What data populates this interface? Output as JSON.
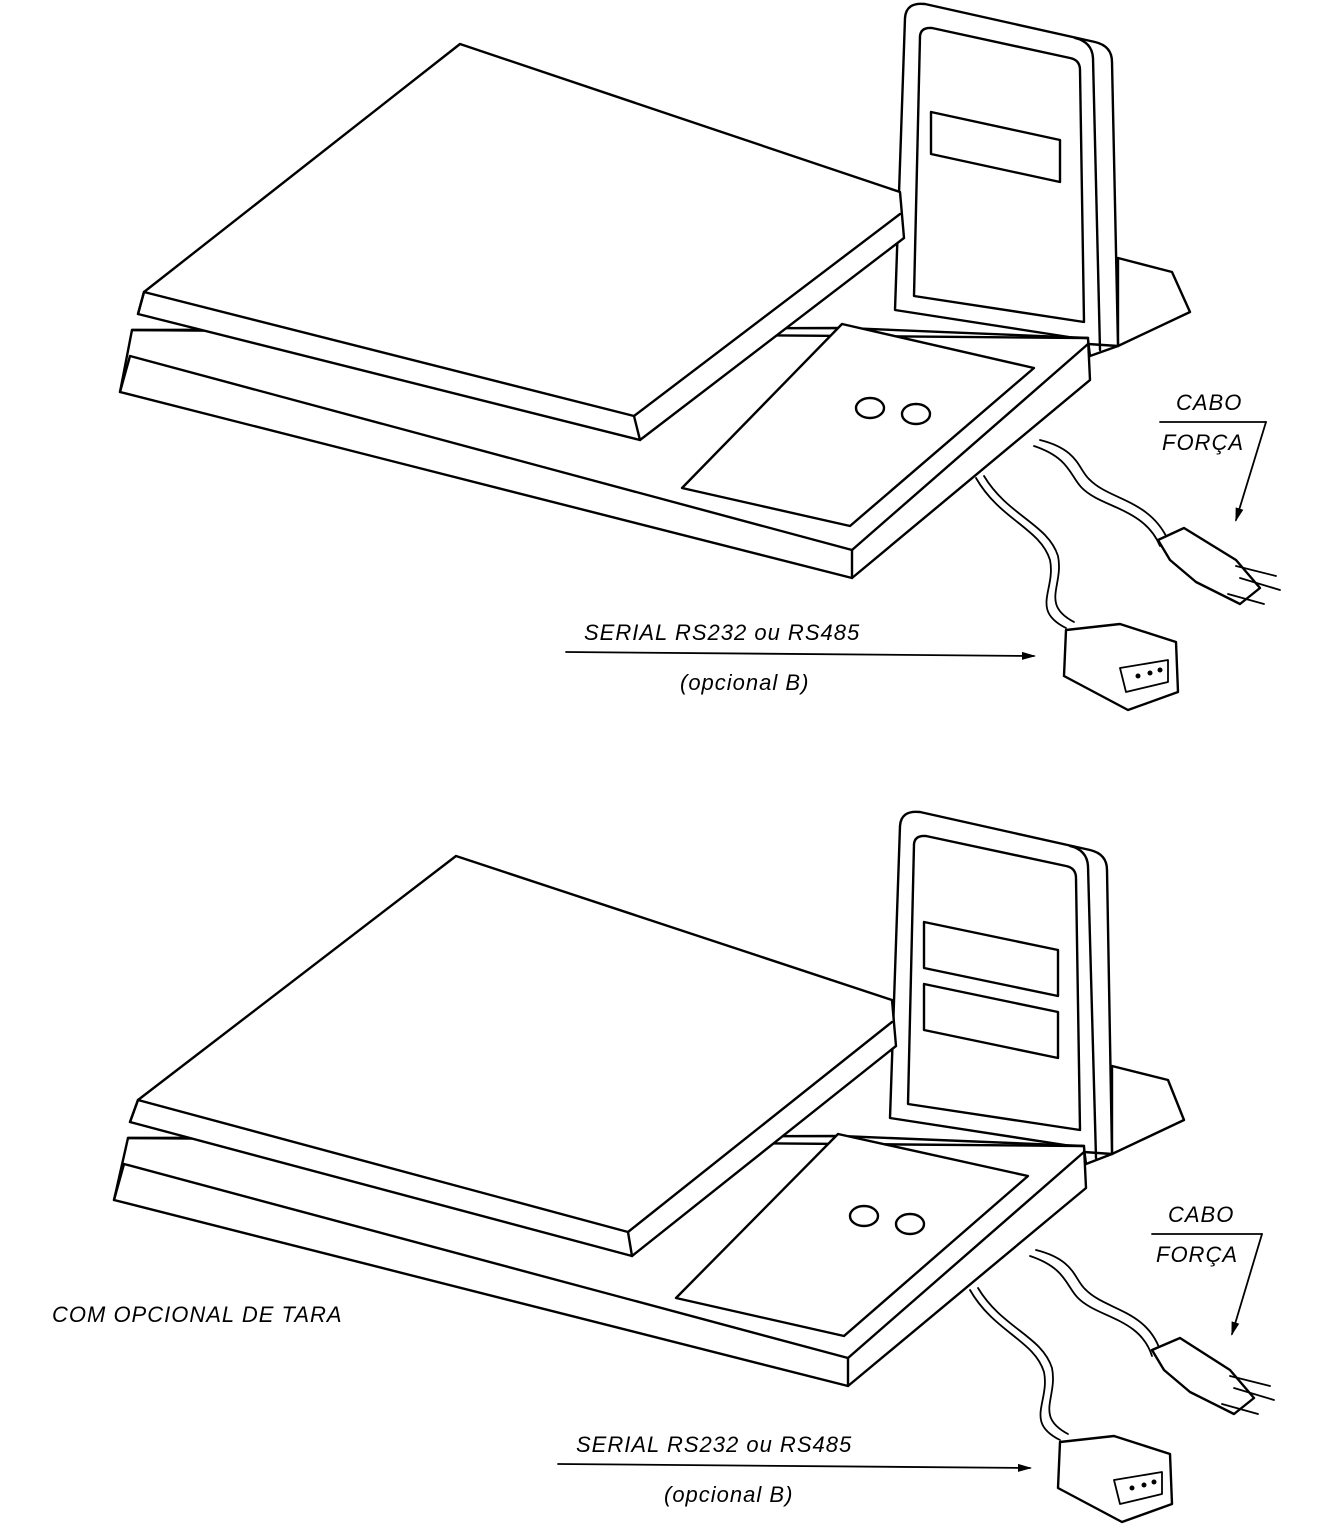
{
  "figures": [
    {
      "power_cable_label_line1": "CABO",
      "power_cable_label_line2": "FORÇA",
      "serial_label": "SERIAL RS232 ou RS485",
      "serial_option": "(opcional B)"
    },
    {
      "power_cable_label_line1": "CABO",
      "power_cable_label_line2": "FORÇA",
      "serial_label": "SERIAL RS232 ou RS485",
      "serial_option": "(opcional B)",
      "caption": "COM OPCIONAL DE TARA"
    }
  ],
  "colors": {
    "ink": "#000000",
    "paper": "#ffffff"
  }
}
